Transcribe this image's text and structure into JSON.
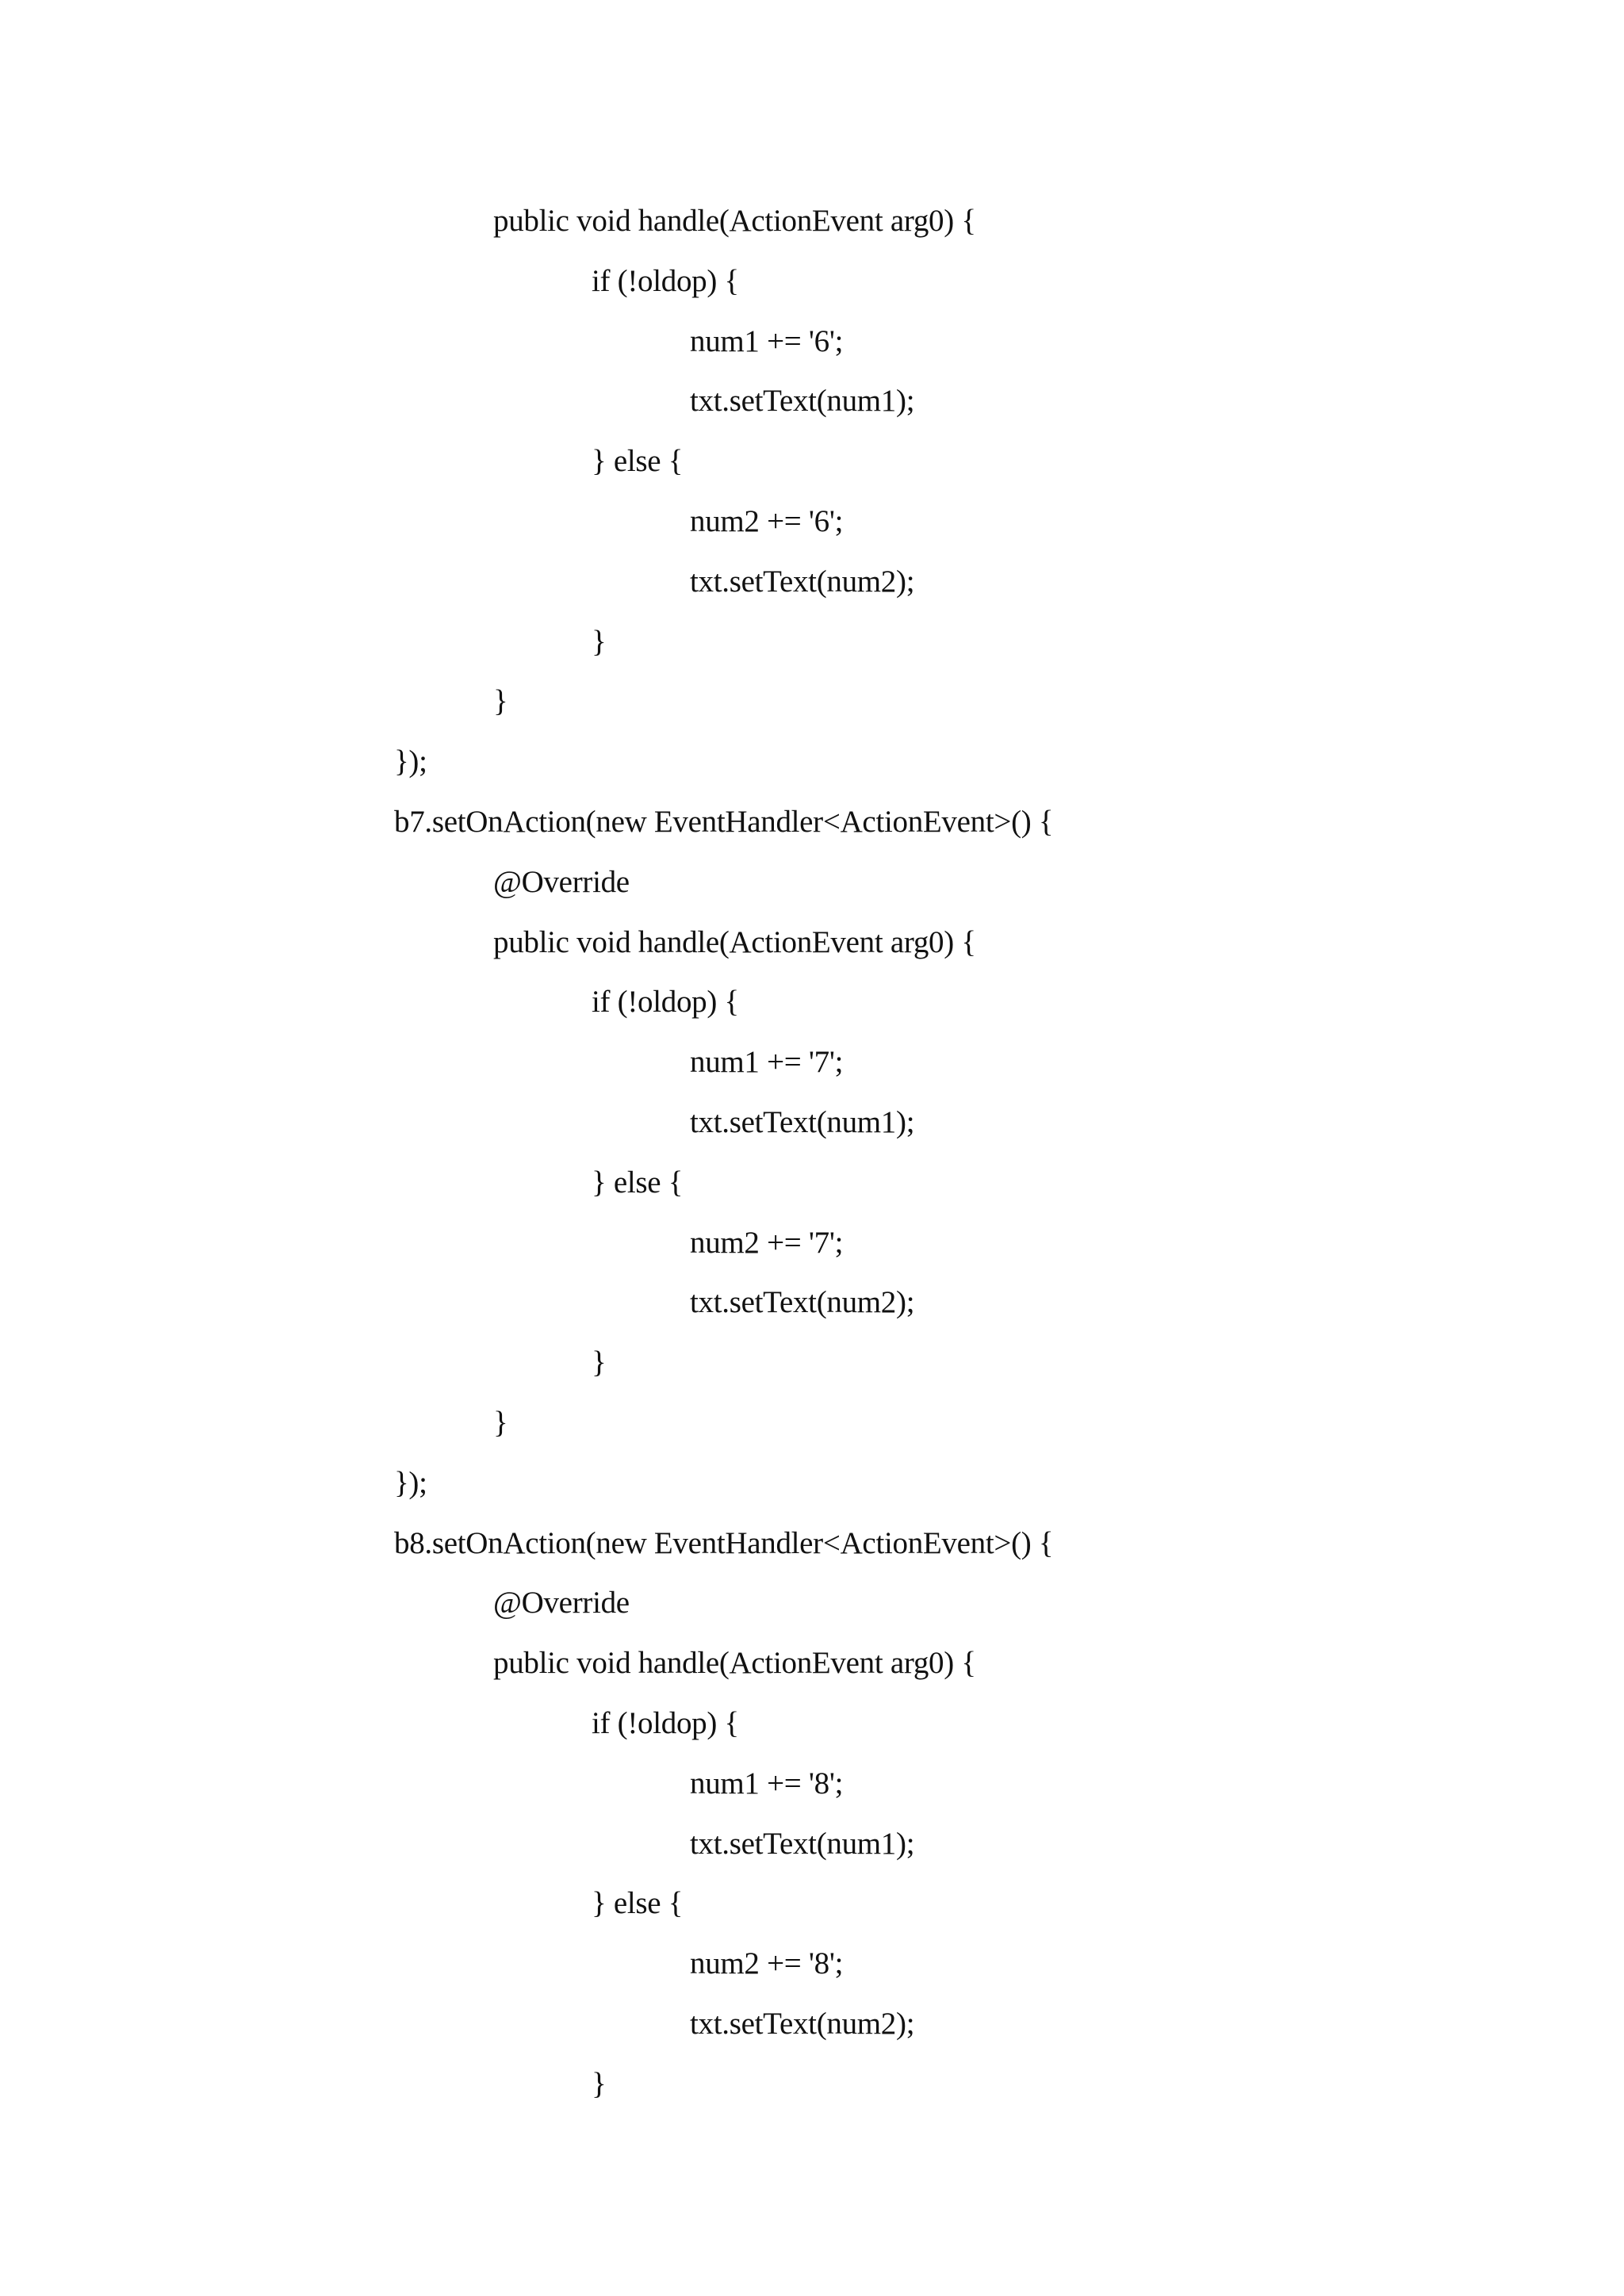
{
  "document": {
    "lines": [
      "public void handle(ActionEvent arg0) {",
      "if (!oldop) {",
      "num1 += '6';",
      "txt.setText(num1);",
      "} else {",
      "num2 += '6';",
      "txt.setText(num2);",
      "}",
      "}",
      "});",
      "b7.setOnAction(new EventHandler<ActionEvent>() {",
      "@Override",
      "public void handle(ActionEvent arg0) {",
      "if (!oldop) {",
      "num1 += '7';",
      "txt.setText(num1);",
      "} else {",
      "num2 += '7';",
      "txt.setText(num2);",
      "}",
      "}",
      "});",
      "b8.setOnAction(new EventHandler<ActionEvent>() {",
      "@Override",
      "public void handle(ActionEvent arg0) {",
      "if (!oldop) {",
      "num1 += '8';",
      "txt.setText(num1);",
      "} else {",
      "num2 += '8';",
      "txt.setText(num2);",
      "}"
    ]
  }
}
